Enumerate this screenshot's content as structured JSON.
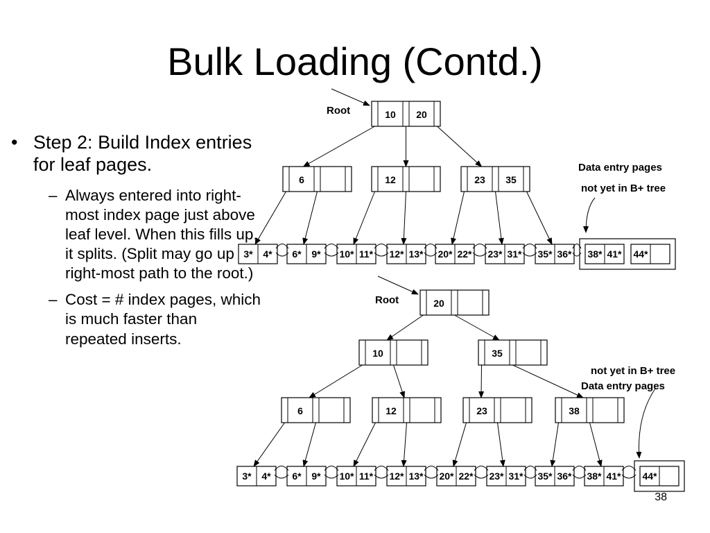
{
  "slide": {
    "title": "Bulk Loading (Contd.)",
    "page_number": "38"
  },
  "bullets": [
    {
      "text": "Step 2: Build Index entries for leaf pages.",
      "sub": [
        "Always entered into right-most index page just above leaf level.  When this fills up, it splits.  (Split may go up right-most path to the root.)",
        "Cost = # index pages, which is much faster than repeated inserts."
      ]
    }
  ],
  "tree_before": {
    "root_label": "Root",
    "root_keys": [
      "10",
      "20"
    ],
    "index_nodes": [
      [
        "6"
      ],
      [
        "12"
      ],
      [
        "23",
        "35"
      ]
    ],
    "leaf_pages": [
      [
        "3*",
        "4*"
      ],
      [
        "6*",
        "9*"
      ],
      [
        "10*",
        "11*"
      ],
      [
        "12*",
        "13*"
      ],
      [
        "20*",
        "22*"
      ],
      [
        "23*",
        "31*"
      ],
      [
        "35*",
        "36*"
      ]
    ],
    "unindexed_pages": [
      [
        "38*",
        "41*"
      ],
      [
        "44*"
      ]
    ],
    "note_line1": "Data entry pages",
    "note_line2": "not yet in B+ tree"
  },
  "tree_after": {
    "root_label": "Root",
    "root_keys": [
      "20"
    ],
    "level1_nodes": [
      [
        "10"
      ],
      [
        "35"
      ]
    ],
    "index_nodes": [
      [
        "6"
      ],
      [
        "12"
      ],
      [
        "23"
      ],
      [
        "38"
      ]
    ],
    "leaf_pages": [
      [
        "3*",
        "4*"
      ],
      [
        "6*",
        "9*"
      ],
      [
        "10*",
        "11*"
      ],
      [
        "12*",
        "13*"
      ],
      [
        "20*",
        "22*"
      ],
      [
        "23*",
        "31*"
      ],
      [
        "35*",
        "36*"
      ],
      [
        "38*",
        "41*"
      ]
    ],
    "unindexed_pages": [
      [
        "44*"
      ]
    ],
    "note_line1": "not yet in B+ tree",
    "note_line2": "Data entry pages"
  }
}
